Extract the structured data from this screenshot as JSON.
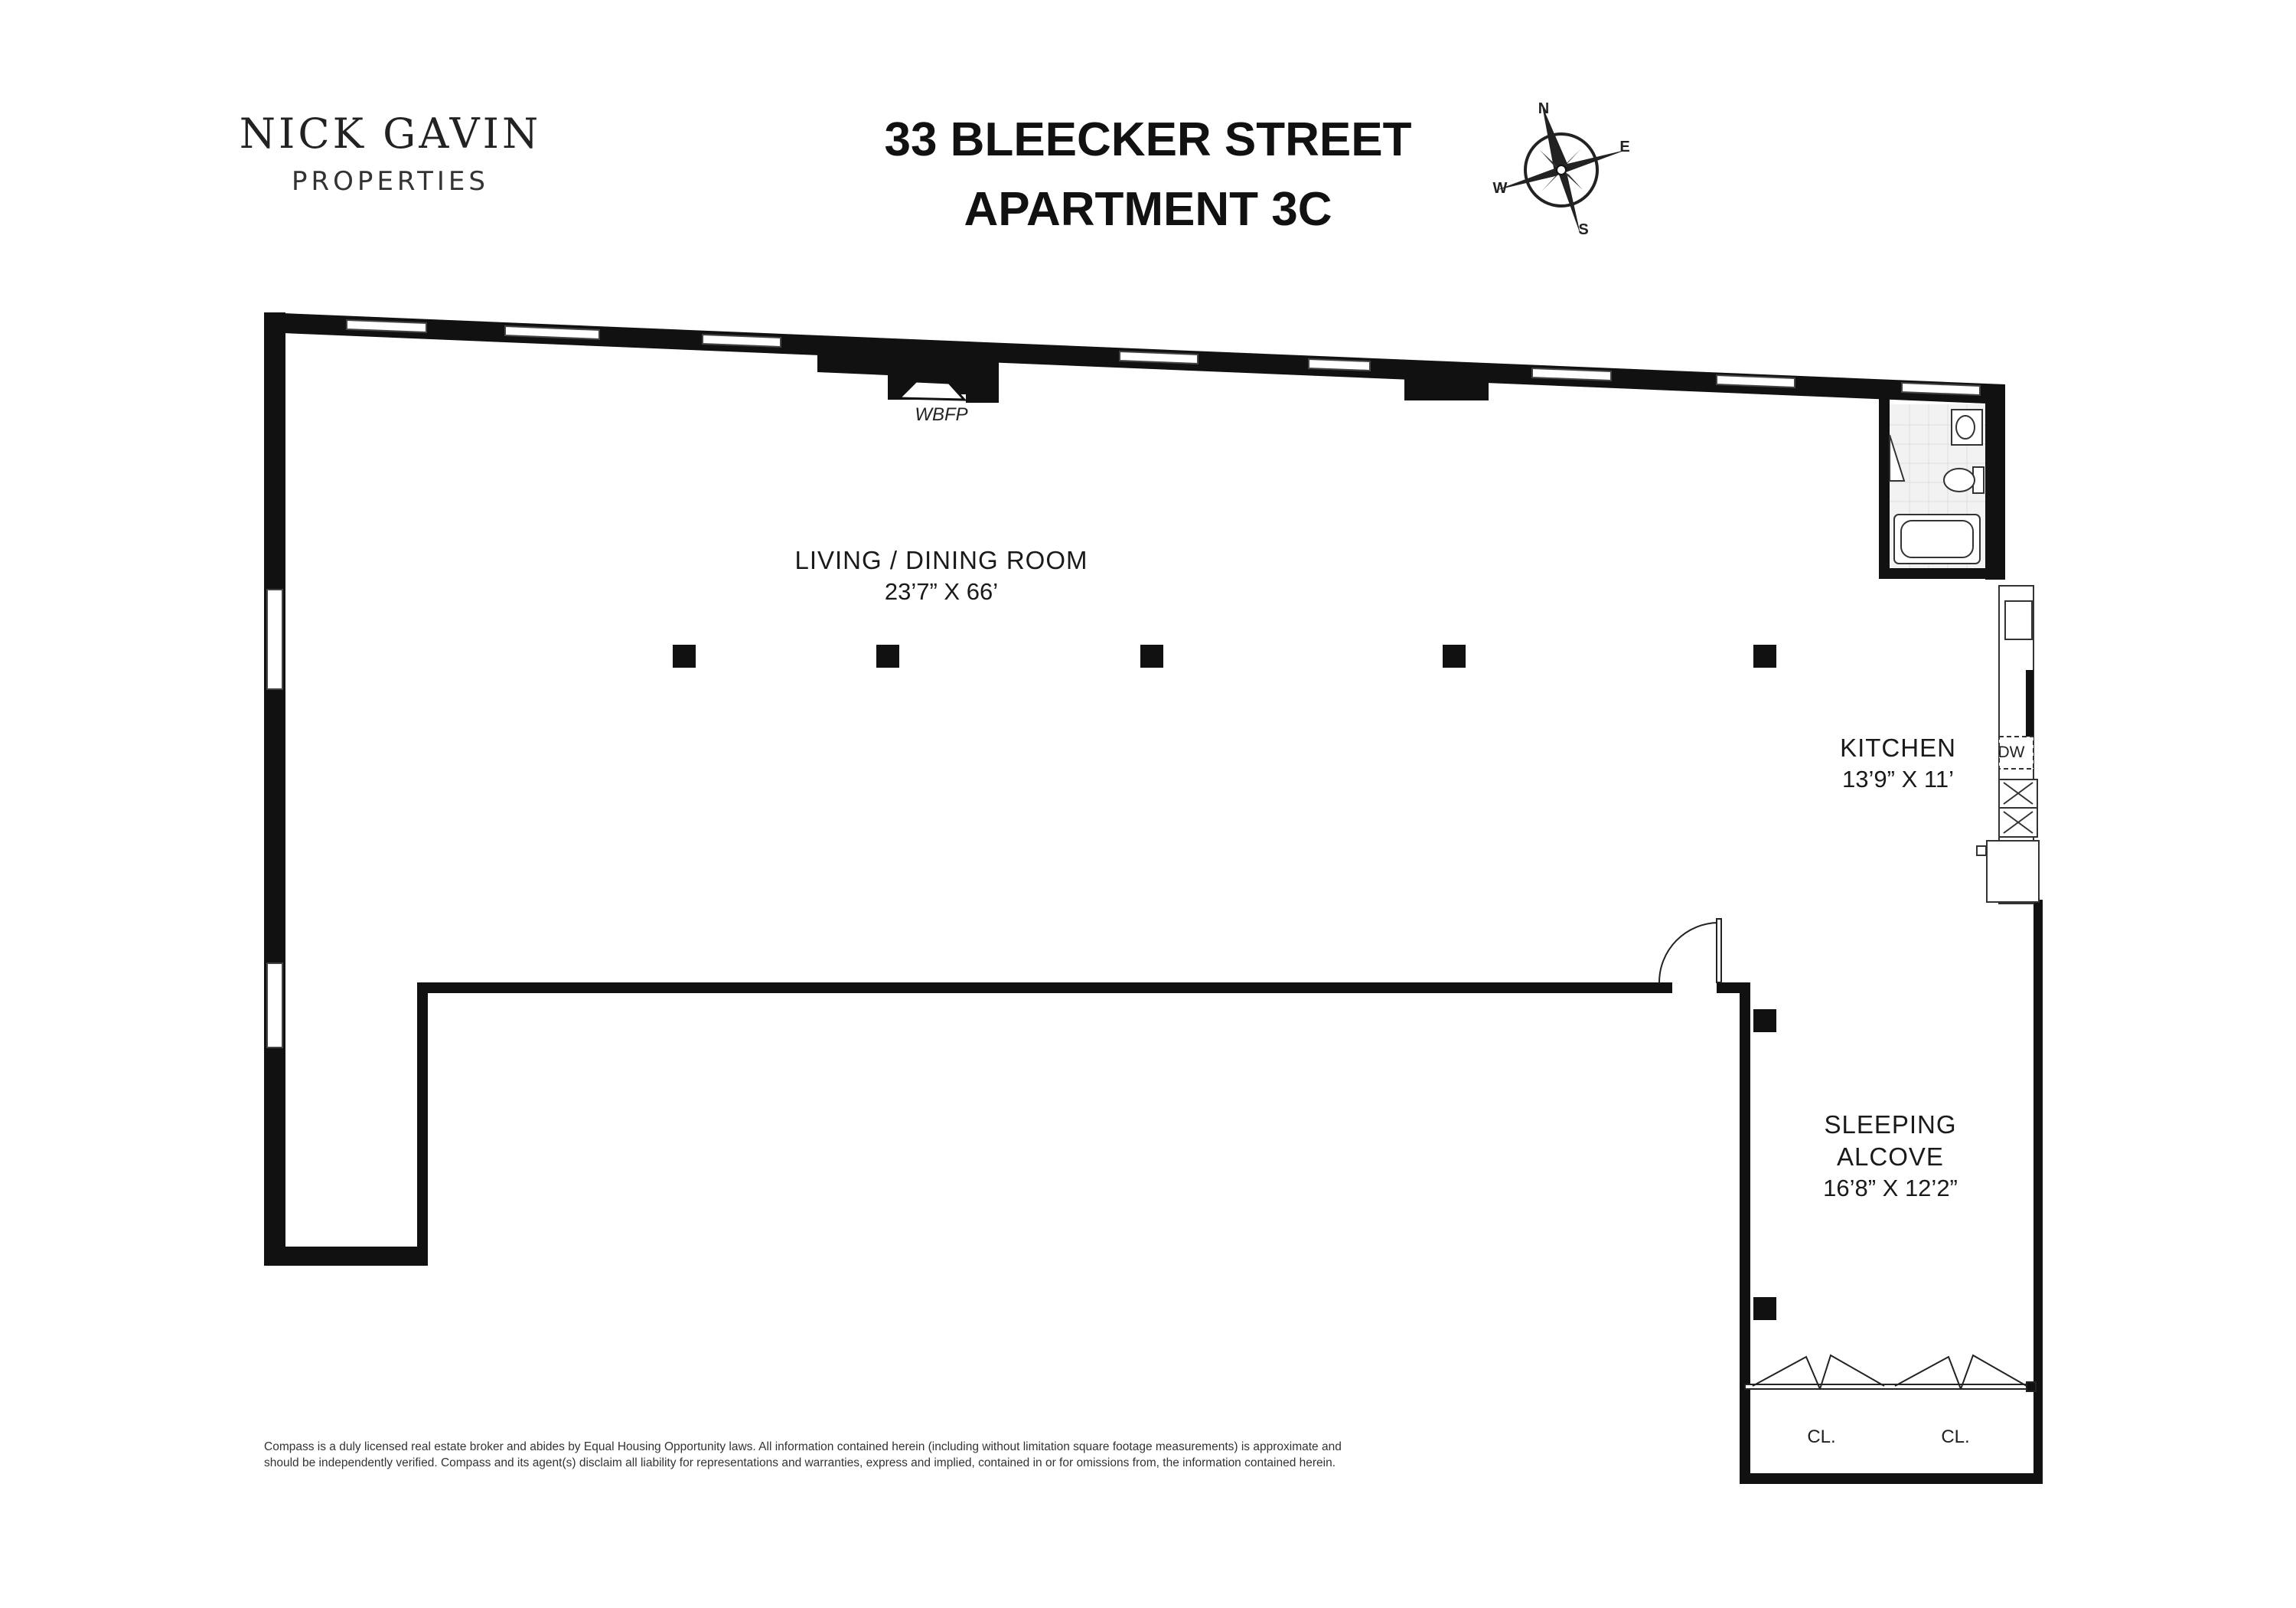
{
  "brand": {
    "name": "NICK GAVIN",
    "sub": "PROPERTIES"
  },
  "header": {
    "address_line": "33 BLEECKER STREET",
    "unit_line": "APARTMENT 3C"
  },
  "compass": {
    "n": "N",
    "e": "E",
    "s": "S",
    "w": "W"
  },
  "rooms": {
    "living": {
      "label": "LIVING / DINING ROOM",
      "dims": "23’7” X 66’"
    },
    "kitchen": {
      "label": "KITCHEN",
      "dims": "13’9” X 11’"
    },
    "sleeping": {
      "label_1": "SLEEPING",
      "label_2": "ALCOVE",
      "dims": "16’8” X 12’2”"
    }
  },
  "fixtures": {
    "fireplace": "WBFP",
    "dishwasher": "DW",
    "closet_1": "CL.",
    "closet_2": "CL."
  },
  "disclaimer": {
    "line_1": "Compass is a duly licensed real estate broker and abides by Equal Housing Opportunity laws.  All information contained herein (including without limitation square footage measurements) is approximate and",
    "line_2": "should be independently verified. Compass and its agent(s) disclaim all liability for representations and warranties, express and implied, contained in or for omissions from, the information contained herein."
  }
}
